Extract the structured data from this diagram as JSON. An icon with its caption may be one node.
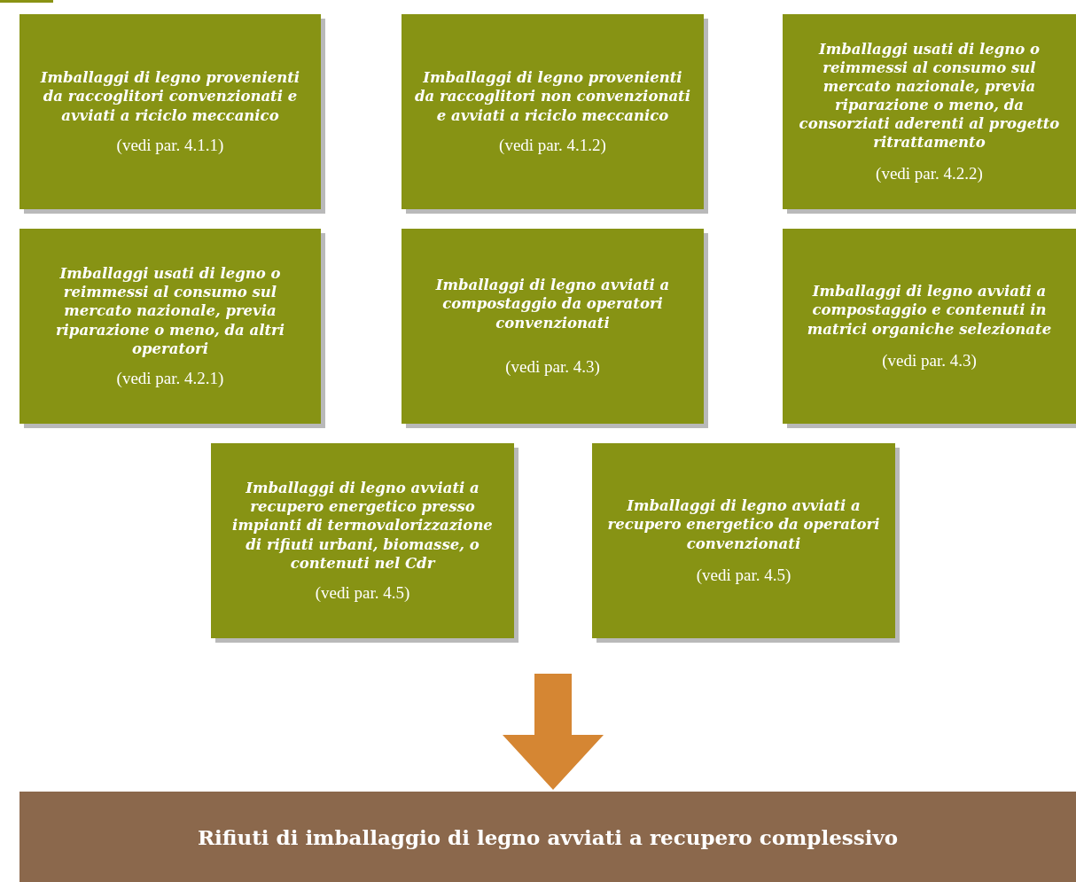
{
  "diagram": {
    "nodes": [
      {
        "text": [
          "Imballaggi di legno provenienti da raccoglitori convenzionati e avviati a riciclo meccanico",
          "(vedi par. 4.1.1)"
        ]
      },
      {
        "text": [
          "Imballaggi di legno provenienti da raccoglitori non convenzionati e avviati a riciclo meccanico",
          "(vedi par. 4.1.2)"
        ]
      },
      {
        "text": [
          "Imballaggi usati di legno o reimmessi al consumo sul mercato nazionale, previa riparazione o meno, da consorziati aderenti al progetto ritrattamento",
          "(vedi par. 4.2.2)"
        ]
      },
      {
        "text": [
          "Imballaggi usati di legno o reimmessi al consumo sul mercato nazionale, previa riparazione o meno, da altri operatori",
          "(vedi par. 4.2.1)"
        ]
      },
      {
        "text": [
          "Imballaggi di legno avviati a compostaggio da operatori convenzionati",
          "(vedi par. 4.3)"
        ]
      },
      {
        "text": [
          "Imballaggi di legno avviati a compostaggio e contenuti in matrici organiche selezionate",
          "(vedi par. 4.3)"
        ]
      },
      {
        "text": [
          "Imballaggi di legno avviati a recupero energetico presso impianti di termovalorizzazione di rifiuti urbani, biomasse, o contenuti nel Cdr",
          "(vedi par. 4.5)"
        ]
      },
      {
        "text": [
          "Imballaggi di legno avviati a recupero energetico da operatori convenzionati",
          "(vedi par. 4.5)"
        ]
      },
      {
        "text": [
          "Rifiuti di imballaggio di legno avviati a recupero complessivo"
        ]
      }
    ],
    "edges": [
      {
        "from": null,
        "to": 8,
        "arrow": "to",
        "style": "thick"
      }
    ]
  }
}
